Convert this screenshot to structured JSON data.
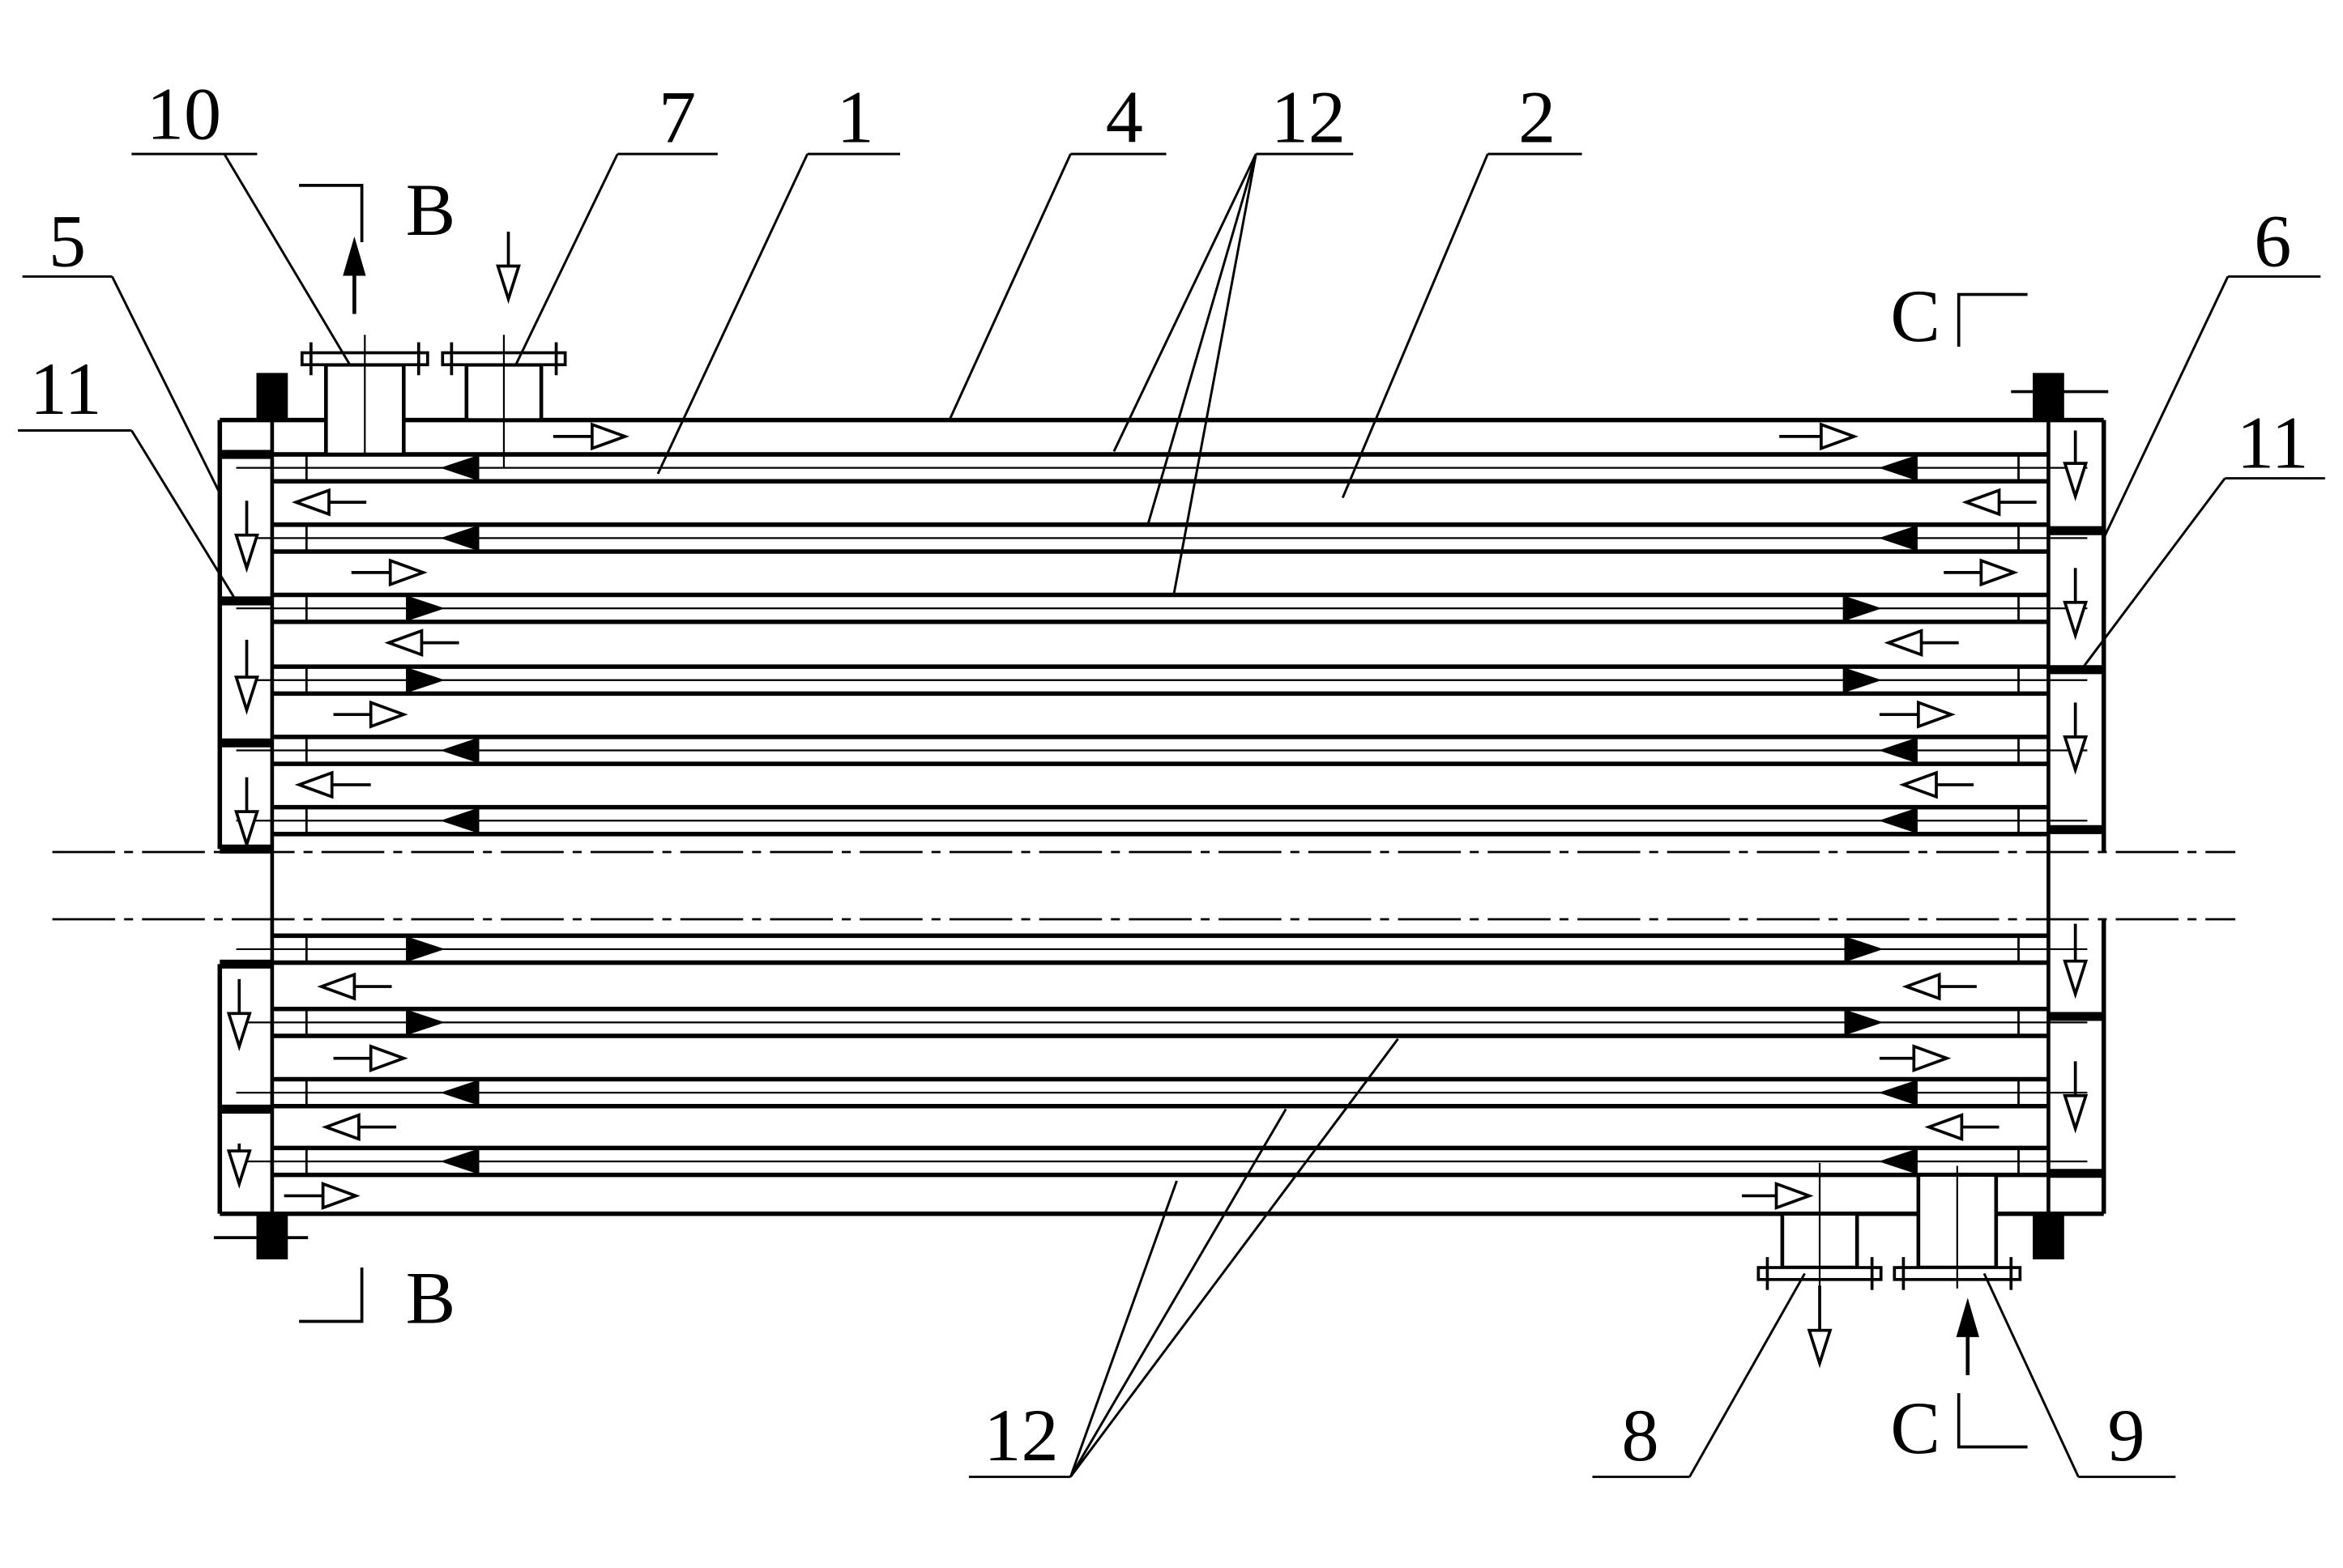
{
  "callouts": {
    "n10": "10",
    "n7": "7",
    "n1": "1",
    "n4": "4",
    "n12_top": "12",
    "n2": "2",
    "n5": "5",
    "n11_left": "11",
    "n6": "6",
    "n11_right": "11",
    "n12_bottom": "12",
    "n8": "8",
    "n9": "9"
  },
  "section_marks": {
    "b_top": "B",
    "b_bottom": "B",
    "c_top": "C",
    "c_bottom": "C"
  },
  "colors": {
    "line": "#000000",
    "background": "#ffffff"
  }
}
